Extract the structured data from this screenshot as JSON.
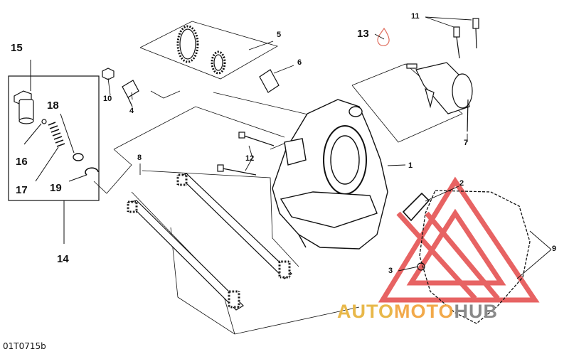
{
  "diagram": {
    "code": "01T0715b",
    "callouts": [
      {
        "id": "c1",
        "label": "1"
      },
      {
        "id": "c2",
        "label": "2"
      },
      {
        "id": "c3",
        "label": "3"
      },
      {
        "id": "c4",
        "label": "4"
      },
      {
        "id": "c5",
        "label": "5"
      },
      {
        "id": "c6",
        "label": "6"
      },
      {
        "id": "c7",
        "label": "7"
      },
      {
        "id": "c8",
        "label": "8"
      },
      {
        "id": "c9",
        "label": "9"
      },
      {
        "id": "c10",
        "label": "10"
      },
      {
        "id": "c11",
        "label": "11"
      },
      {
        "id": "c12",
        "label": "12"
      },
      {
        "id": "c13",
        "label": "13"
      },
      {
        "id": "c14",
        "label": "14"
      },
      {
        "id": "c15",
        "label": "15"
      },
      {
        "id": "c16",
        "label": "16"
      },
      {
        "id": "c17",
        "label": "17"
      },
      {
        "id": "c18",
        "label": "18"
      },
      {
        "id": "c19",
        "label": "19"
      }
    ]
  },
  "watermark": {
    "part1": "AUTO",
    "part2": "MOTO",
    "part3": "HUB",
    "colors": {
      "primary": "#e8b84a",
      "secondary": "#f2a94a",
      "tertiary": "#8a8a8a",
      "logo_red": "#e03030"
    }
  }
}
